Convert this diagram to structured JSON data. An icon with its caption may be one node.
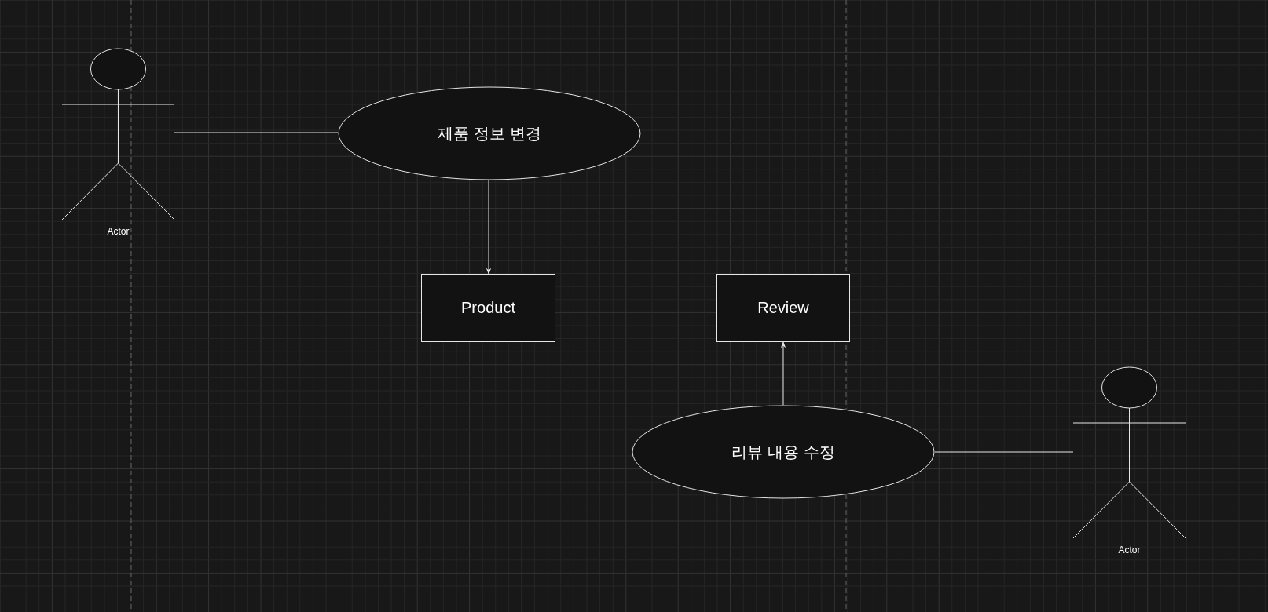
{
  "diagram": {
    "nodes": [
      {
        "text": [
          "Actor"
        ]
      },
      {
        "text": [
          "제품 정보 변경"
        ]
      },
      {
        "text": [
          "Product"
        ]
      },
      {
        "text": [
          "Review"
        ]
      },
      {
        "text": [
          "리뷰 내용 수정"
        ]
      },
      {
        "text": [
          "Actor"
        ]
      }
    ],
    "edges": [
      {
        "from": 0,
        "to": 1,
        "arrow": "none"
      },
      {
        "from": 1,
        "to": 2,
        "arrow": "to"
      },
      {
        "from": 4,
        "to": 3,
        "arrow": "to"
      },
      {
        "from": 4,
        "to": 5,
        "arrow": "none"
      }
    ]
  }
}
